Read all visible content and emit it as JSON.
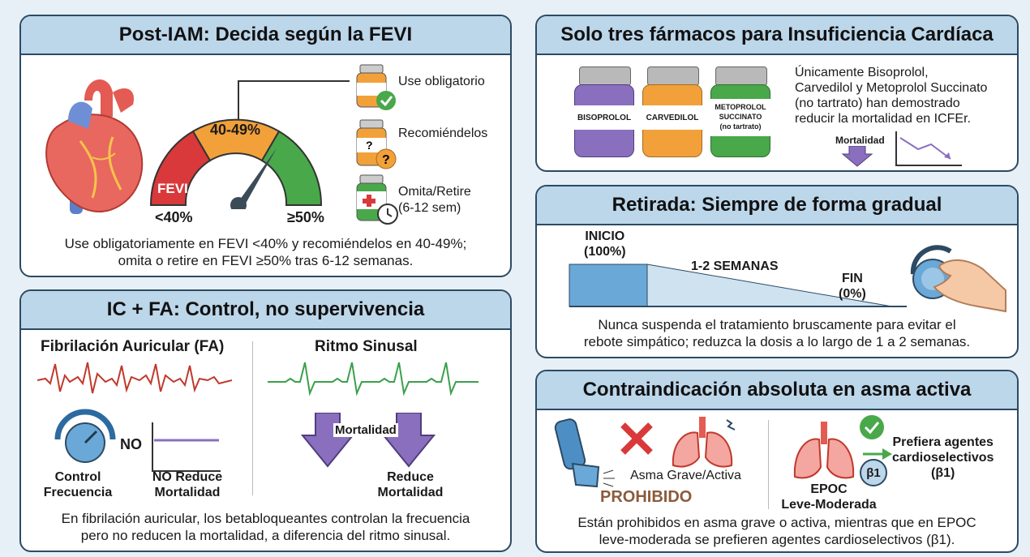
{
  "p1": {
    "title": "Post-IAM: Decida según la FEVI",
    "gauge": {
      "mid": "40-49%",
      "fevi": "FEVI",
      "low": "<40%",
      "high": "≥50%"
    },
    "options": [
      "Use obligatorio",
      "Recomiéndelos",
      "Omita/Retire",
      "(6-12 sem)"
    ],
    "caption1": "Use obligatoriamente en FEVI <40% y recomiéndelos en 40-49%;",
    "caption2": "omita o retire en FEVI ≥50% tras 6-12 semanas."
  },
  "p2": {
    "title": "IC + FA: Control, no supervivencia",
    "fa_title": "Fibrilación Auricular (FA)",
    "rs_title": "Ritmo Sinusal",
    "no": "NO",
    "control1": "Control",
    "control2": "Frecuencia",
    "noreduce1": "NO Reduce",
    "noreduce2": "Mortalidad",
    "mortalidad": "Mortalidad",
    "reduce1": "Reduce",
    "reduce2": "Mortalidad",
    "caption1": "En fibrilación auricular, los betabloqueantes controlan la frecuencia",
    "caption2": "pero no reducen la mortalidad, a diferencia del ritmo sinusal."
  },
  "p3": {
    "title": "Solo tres fármacos para Insuficiencia Cardíaca",
    "drugs": [
      "BISOPROLOL",
      "CARVEDILOL",
      "METOPROLOL",
      "SUCCINATO",
      "(no tartrato)"
    ],
    "text": [
      "Únicamente Bisoprolol,",
      "Carvedilol y Metoprolol Succinato",
      "(no tartrato) han demostrado",
      "reducir la mortalidad en ICFEr."
    ],
    "mortalidad": "Mortalidad"
  },
  "p4": {
    "title": "Retirada: Siempre de forma gradual",
    "inicio1": "INICIO",
    "inicio2": "(100%)",
    "weeks": "1-2 SEMANAS",
    "fin1": "FIN",
    "fin2": "(0%)",
    "caption1": "Nunca suspenda el tratamiento bruscamente para evitar el",
    "caption2": "rebote simpático; reduzca la dosis a lo largo de 1 a 2 semanas."
  },
  "p5": {
    "title": "Contraindicación absoluta en asma activa",
    "asma": "Asma Grave/Activa",
    "prohibido": "PROHIBIDO",
    "prefer": [
      "Prefiera agentes",
      "cardioselectivos",
      "(β1)"
    ],
    "beta": "β1",
    "epoc1": "EPOC",
    "epoc2": "Leve-Moderada",
    "caption1": "Están prohibidos en asma grave o activa, mientras que en EPOC",
    "caption2": "leve-moderada se prefieren agentes cardioselectivos (β1)."
  },
  "colors": {
    "red": "#d9393a",
    "orange": "#f2a13a",
    "green": "#49a84a",
    "purple": "#8a6fbf",
    "blue": "#4d8fc4"
  }
}
